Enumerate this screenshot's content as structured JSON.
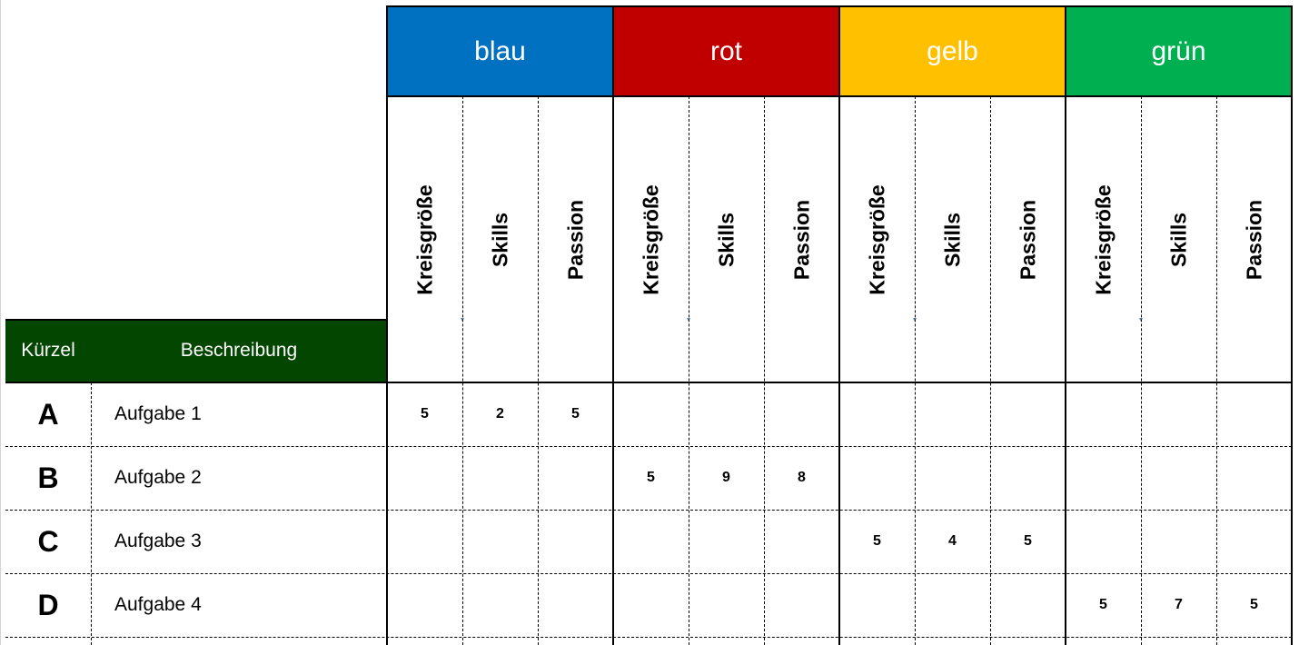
{
  "header": {
    "kuerzel_label": "Kürzel",
    "beschreibung_label": "Beschreibung",
    "green_header_color": "#024600"
  },
  "groups": [
    {
      "name": "blau",
      "color": "#0070C0",
      "subcolumns": [
        "Kreisgröße",
        "Skills",
        "Passion"
      ]
    },
    {
      "name": "rot",
      "color": "#C00000",
      "subcolumns": [
        "Kreisgröße",
        "Skills",
        "Passion"
      ]
    },
    {
      "name": "gelb",
      "color": "#FFC000",
      "subcolumns": [
        "Kreisgröße",
        "Skills",
        "Passion"
      ]
    },
    {
      "name": "grün",
      "color": "#00B050",
      "subcolumns": [
        "Kreisgröße",
        "Skills",
        "Passion"
      ]
    }
  ],
  "rows": [
    {
      "kuerzel": "A",
      "beschreibung": "Aufgabe 1",
      "values": [
        "5",
        "2",
        "5",
        "",
        "",
        "",
        "",
        "",
        "",
        "",
        "",
        ""
      ]
    },
    {
      "kuerzel": "B",
      "beschreibung": "Aufgabe 2",
      "values": [
        "",
        "",
        "",
        "5",
        "9",
        "8",
        "",
        "",
        "",
        "",
        "",
        ""
      ]
    },
    {
      "kuerzel": "C",
      "beschreibung": "Aufgabe 3",
      "values": [
        "",
        "",
        "",
        "",
        "",
        "",
        "5",
        "4",
        "5",
        "",
        "",
        ""
      ]
    },
    {
      "kuerzel": "D",
      "beschreibung": "Aufgabe 4",
      "values": [
        "",
        "",
        "",
        "",
        "",
        "",
        "",
        "",
        "",
        "5",
        "7",
        "5"
      ]
    }
  ]
}
